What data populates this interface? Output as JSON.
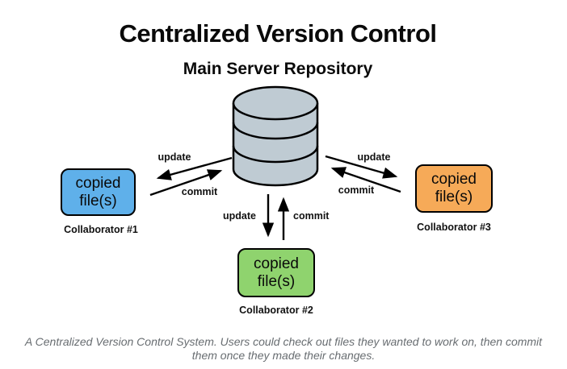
{
  "title": "Centralized Version Control",
  "subtitle": "Main Server Repository",
  "server": {
    "icon": "database-cylinder-icon",
    "fill_color": "#bfcbd3"
  },
  "collaborators": [
    {
      "box_label": "copied file(s)",
      "name": "Collaborator #1",
      "color": "#5fb0ea",
      "position": "left"
    },
    {
      "box_label": "copied file(s)",
      "name": "Collaborator #2",
      "color": "#8fd36e",
      "position": "bottom"
    },
    {
      "box_label": "copied file(s)",
      "name": "Collaborator #3",
      "color": "#f6aa58",
      "position": "right"
    }
  ],
  "arrow_labels": {
    "left_update": "update",
    "left_commit": "commit",
    "center_update": "update",
    "center_commit": "commit",
    "right_update": "update",
    "right_commit": "commit"
  },
  "caption": {
    "line1": "A Centralized Version Control System. Users could check out files they wanted to work on, then commit",
    "line2": "them once they made their changes."
  }
}
